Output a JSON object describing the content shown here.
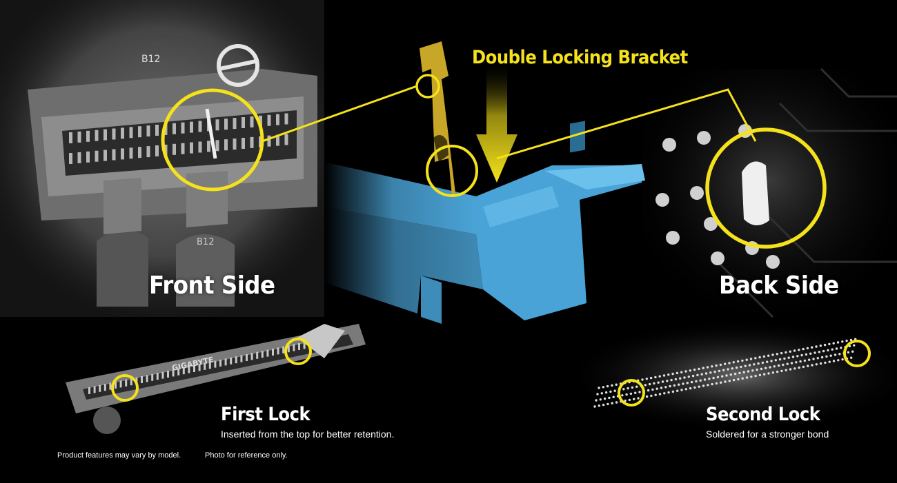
{
  "title": "Double Locking Bracket",
  "front_side": "Front Side",
  "back_side": "Back Side",
  "first_lock": {
    "title": "First Lock",
    "description": "Inserted from the top for better retention."
  },
  "second_lock": {
    "title": "Second Lock",
    "description": "Soldered for a stronger bond"
  },
  "disclaimer": {
    "features": "Product features may vary by model.",
    "photo": "Photo for reference only."
  },
  "pcb_silkscreen": {
    "front_top": "B12",
    "front_bottom": "B12",
    "brand": "GIGABYTE"
  },
  "colors": {
    "accent": "#f5e21b",
    "connector": "#4aa3d6",
    "bracket": "#c7a628",
    "text": "#ffffff",
    "background": "#000000"
  }
}
